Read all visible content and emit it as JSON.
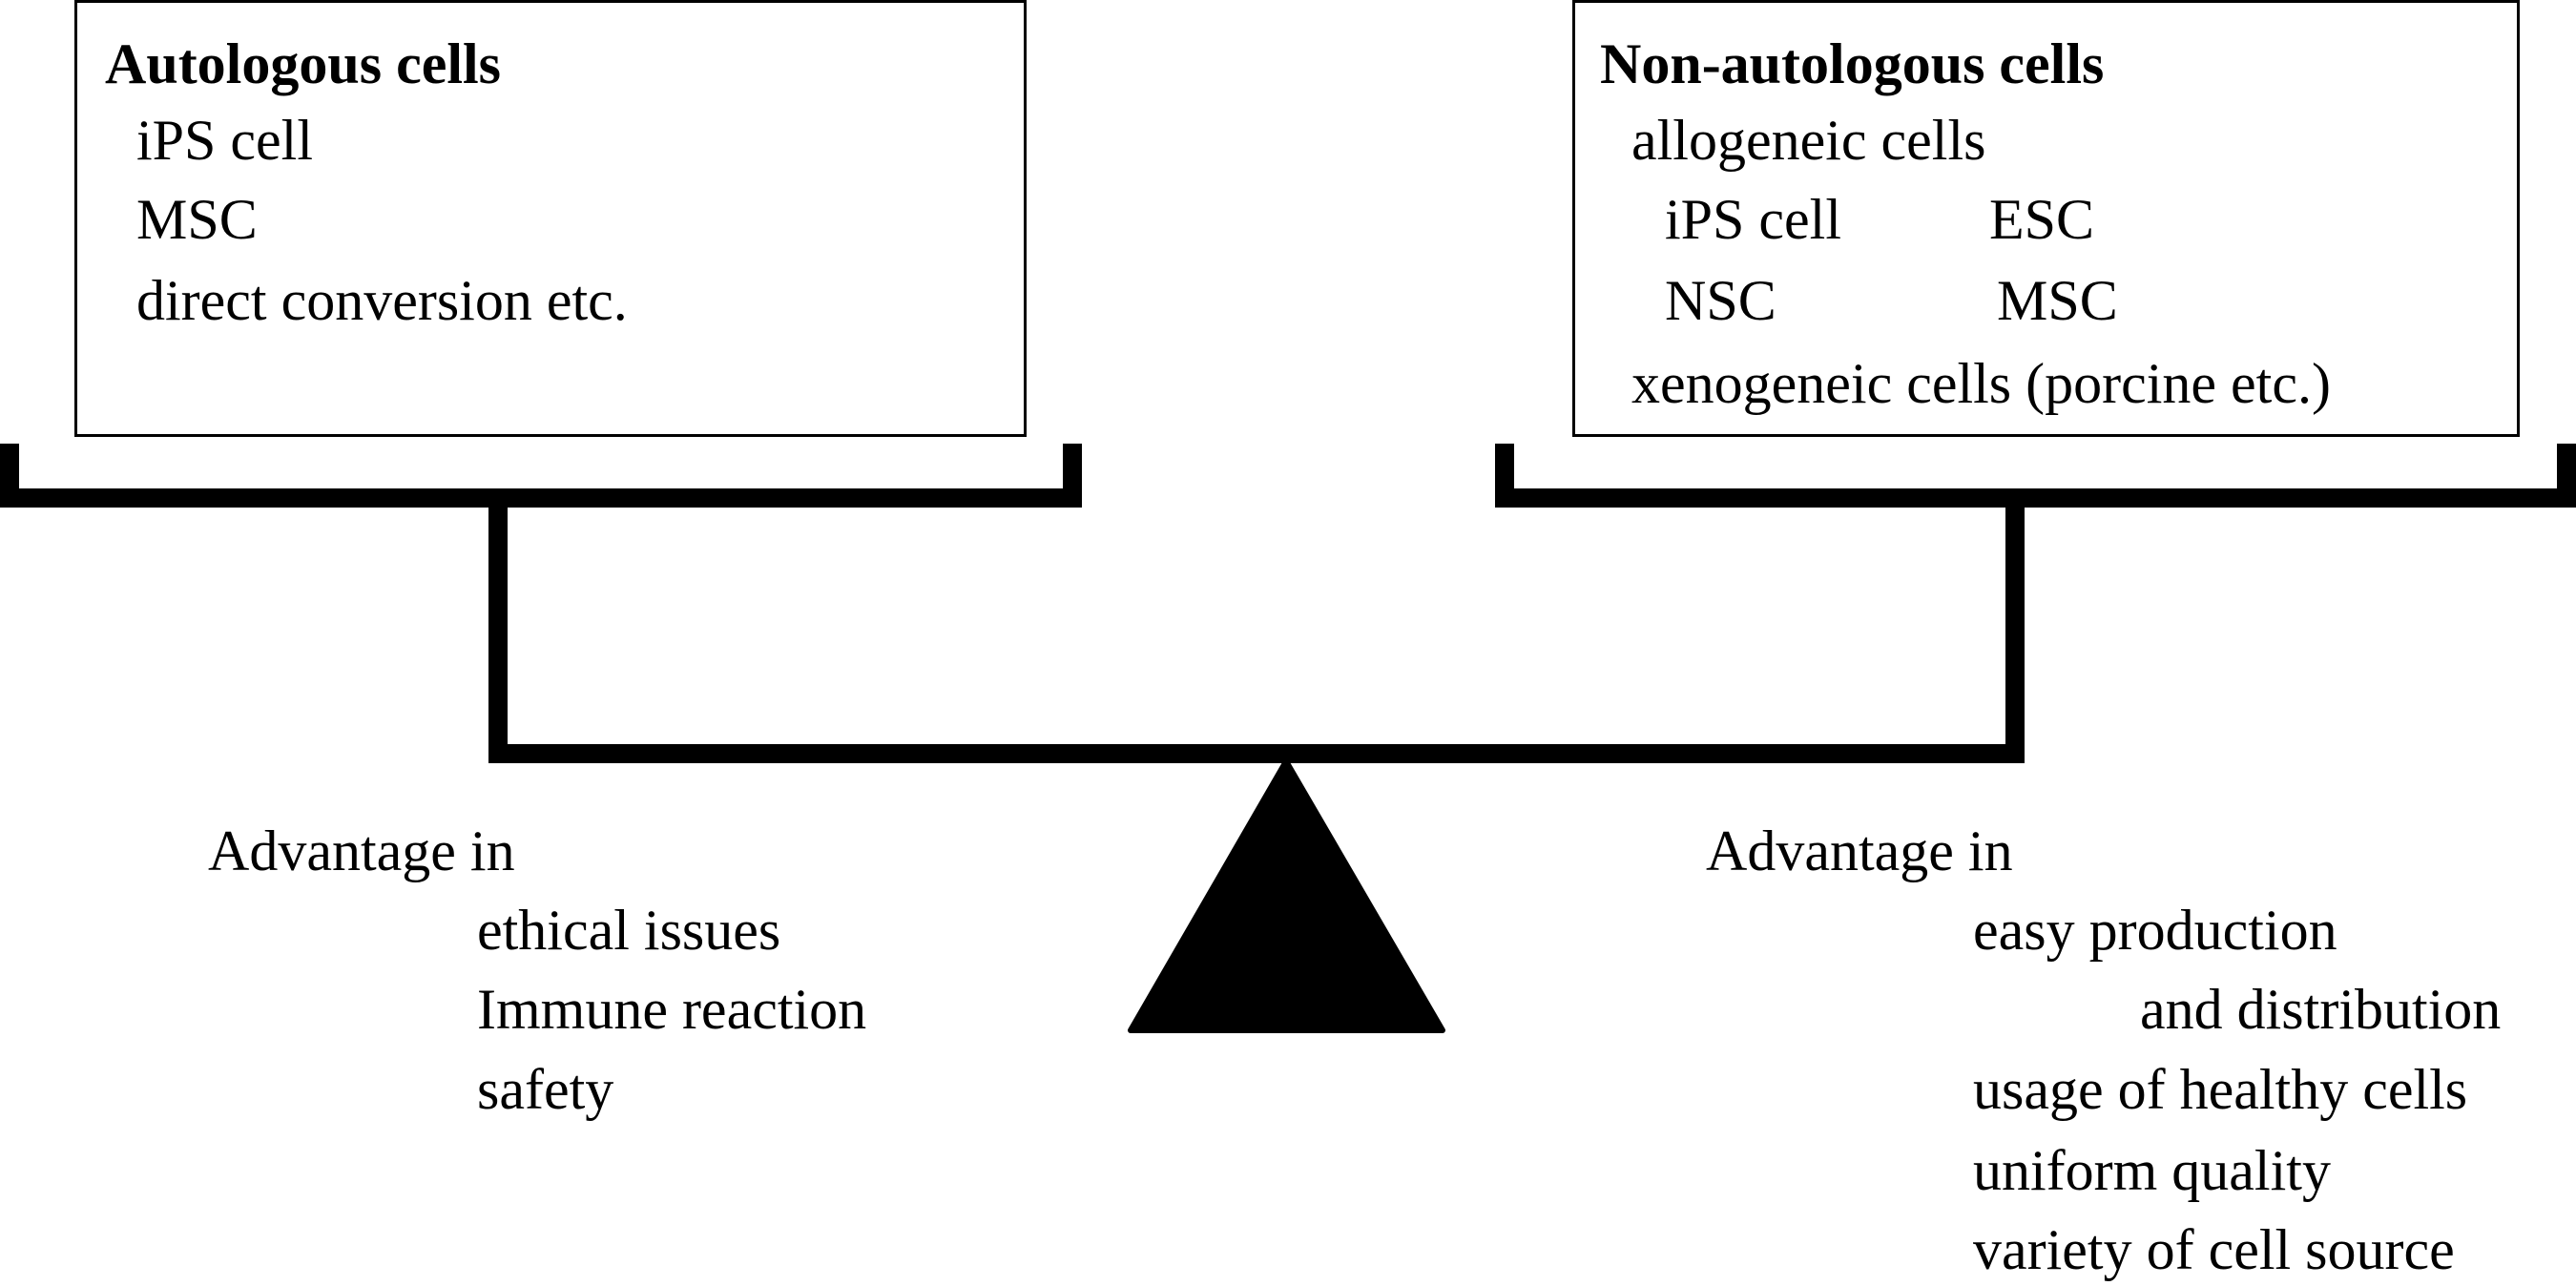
{
  "left_box": {
    "title": "Autologous cells",
    "items": [
      "iPS cell",
      "MSC",
      "direct conversion etc."
    ]
  },
  "right_box": {
    "title": "Non-autologous cells",
    "allogeneic_label": "allogeneic cells",
    "allogeneic_items": [
      "iPS cell",
      "ESC",
      "NSC",
      "MSC"
    ],
    "xenogeneic_label": "xenogeneic cells (porcine etc.)"
  },
  "left_advantage": {
    "heading": "Advantage in",
    "items": [
      "ethical issues",
      "Immune reaction",
      "safety"
    ]
  },
  "right_advantage": {
    "heading": "Advantage in",
    "items": [
      "easy production",
      "and distribution",
      "usage of healthy cells",
      "uniform quality",
      "variety of cell source"
    ]
  },
  "colors": {
    "stroke": "#000000",
    "background": "#ffffff"
  }
}
